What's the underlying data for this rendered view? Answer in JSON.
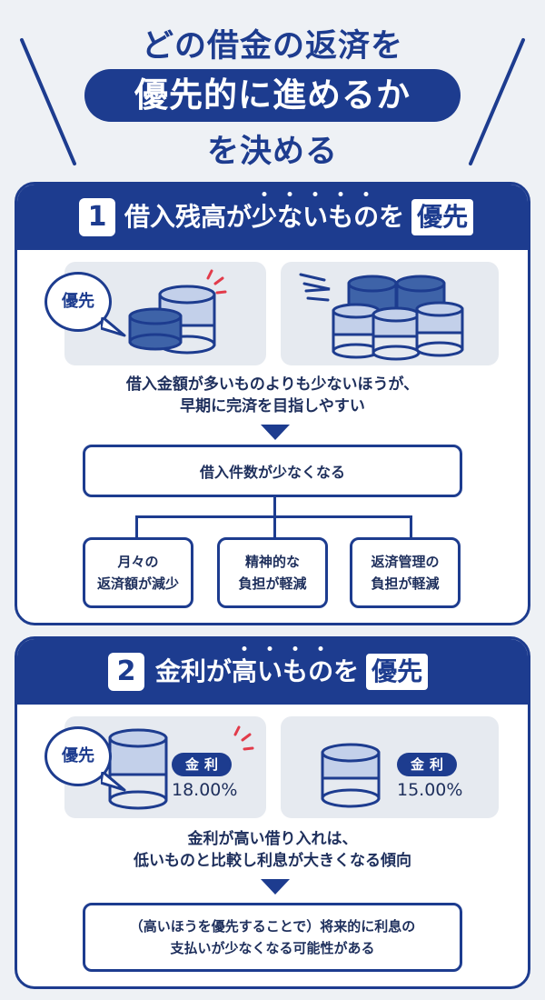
{
  "header": {
    "line1": "どの借金の返済を",
    "line2": "優先的に進めるか",
    "line3": "を決める"
  },
  "section1": {
    "number": "1",
    "head_pre": "借入残高が",
    "head_dotted": [
      "少",
      "な",
      "い",
      "も",
      "の"
    ],
    "head_post": "を",
    "head_highlight": "優先",
    "bubble": "優先",
    "desc_line1": "借入金額が多いものよりも少ないほうが、",
    "desc_line2": "早期に完済を目指しやすい",
    "result": "借入件数が少なくなる",
    "benefits": [
      {
        "line1": "月々の",
        "line2": "返済額が減少"
      },
      {
        "line1": "精神的な",
        "line2": "負担が軽減"
      },
      {
        "line1": "返済管理の",
        "line2": "負担が軽減"
      }
    ]
  },
  "section2": {
    "number": "2",
    "head_pre": "金利が",
    "head_dotted": [
      "高",
      "い",
      "も",
      "の"
    ],
    "head_post": "を",
    "head_highlight": "優先",
    "bubble": "優先",
    "rate_label": "金利",
    "rate_left": "18.00%",
    "rate_right": "15.00%",
    "desc_line1": "金利が高い借り入れは、",
    "desc_line2": "低いものと比較し利息が大きくなる傾向",
    "result_line1": "（高いほうを優先することで）将来的に利息の",
    "result_line2": "支払いが少なくなる可能性がある"
  },
  "colors": {
    "navy": "#1d3c8f",
    "dark_blue": "#3e63a8",
    "light_blue": "#c3d0ea",
    "panel_gray": "#e6eaf0",
    "accent_red": "#e23b4a",
    "background": "#eef1f5"
  }
}
